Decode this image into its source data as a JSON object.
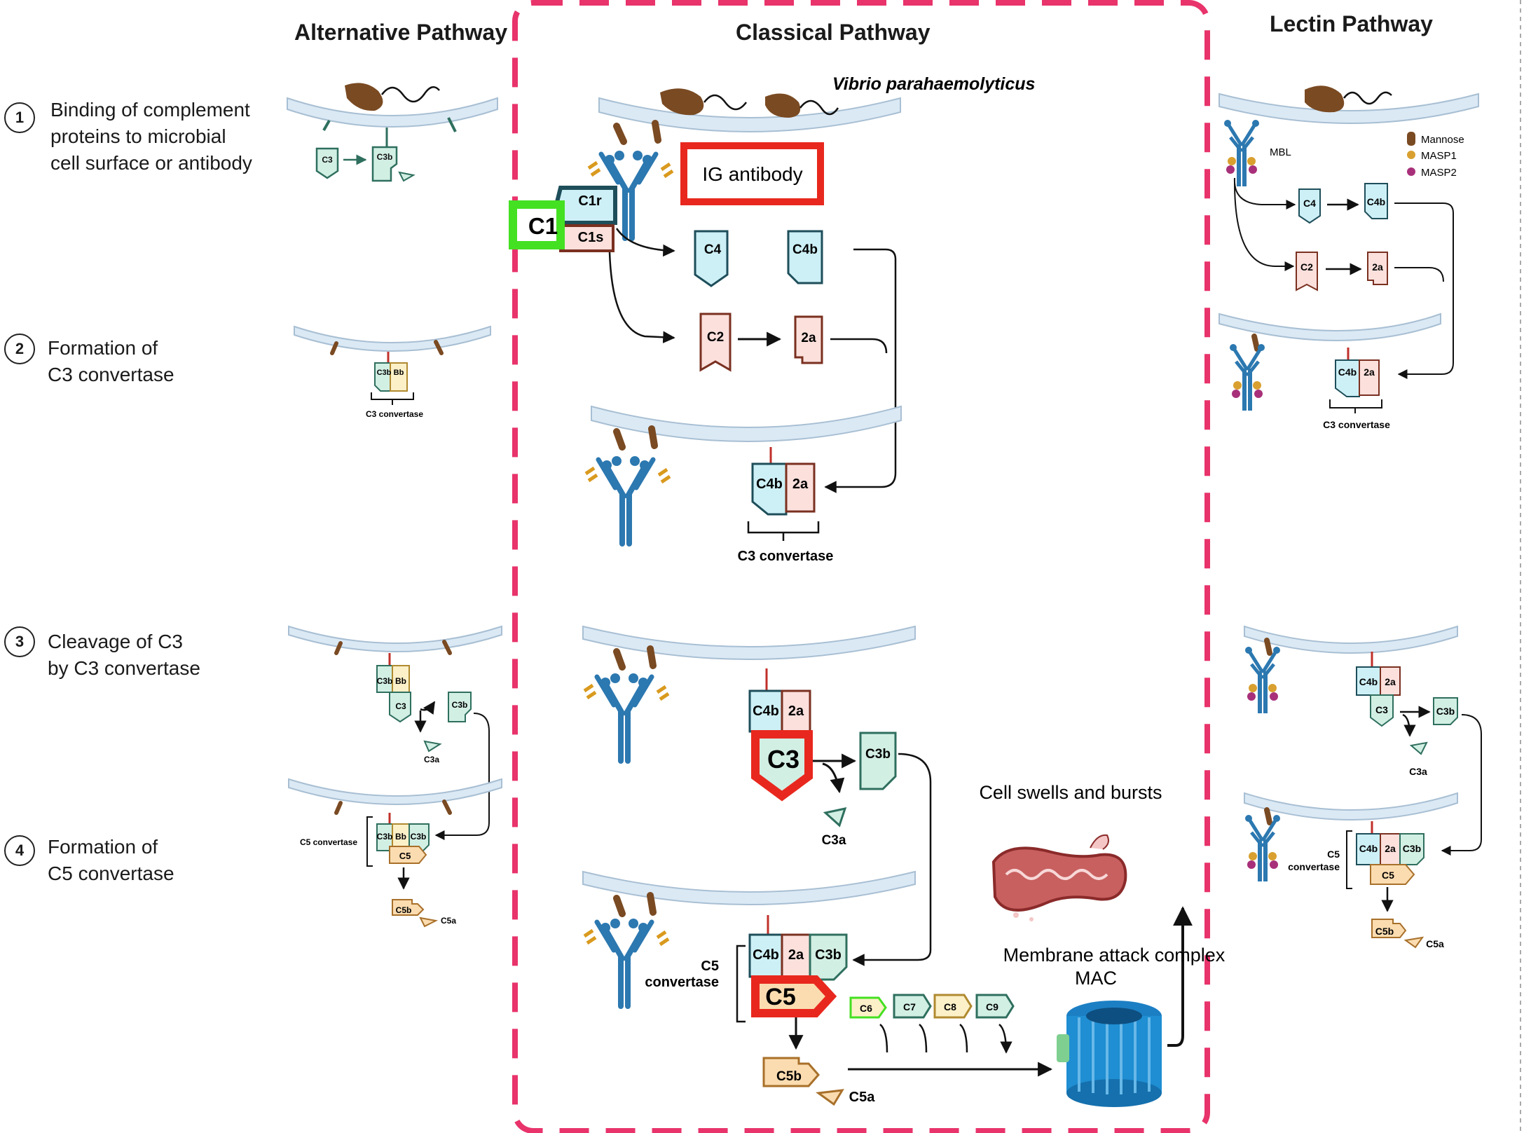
{
  "headings": {
    "alternative": "Alternative Pathway",
    "classical": "Classical Pathway",
    "lectin": "Lectin Pathway"
  },
  "organism": "Vibrio parahaemolyticus",
  "steps": [
    {
      "num": "1",
      "text": "Binding of complement\nproteins to microbial\ncell surface or antibody"
    },
    {
      "num": "2",
      "text": "Formation of\nC3 convertase"
    },
    {
      "num": "3",
      "text": "Cleavage of C3\nby C3 convertase"
    },
    {
      "num": "4",
      "text": "Formation of\nC5 convertase"
    }
  ],
  "labels": {
    "c1": "C1",
    "c1r": "C1r",
    "c1s": "C1s",
    "ig_antibody": "IG antibody",
    "c3": "C3",
    "c3b": "C3b",
    "c3a": "C3a",
    "c4": "C4",
    "c4b": "C4b",
    "c2": "C2",
    "c2a": "2a",
    "bb": "Bb",
    "c5": "C5",
    "c5b": "C5b",
    "c5a": "C5a",
    "c6": "C6",
    "c7": "C7",
    "c8": "C8",
    "c9": "C9",
    "c3_convertase": "C3 convertase",
    "c5_convertase": "C5 convertase",
    "c5_line1": "C5",
    "c5_line2": "convertase",
    "mbl": "MBL",
    "cell_burst": "Cell swells and bursts",
    "mac_line1": "Membrane attack complex",
    "mac_line2": "MAC"
  },
  "legend": [
    {
      "label": "Mannose",
      "color": "#7a4a22"
    },
    {
      "label": "MASP1",
      "color": "#d9a030"
    },
    {
      "label": "MASP2",
      "color": "#a8307a"
    }
  ],
  "colors": {
    "highlight_box": "#e8336b",
    "ig_box": "#e8281e",
    "c1_box": "#44e022",
    "c3_family": "#d2efe4",
    "c4_family": "#cdf0f6",
    "c2_family": "#fbe0dc",
    "bb_family": "#fcf0c8",
    "c5_family": "#fbdcb0",
    "membrane": "#dbe9f5"
  }
}
